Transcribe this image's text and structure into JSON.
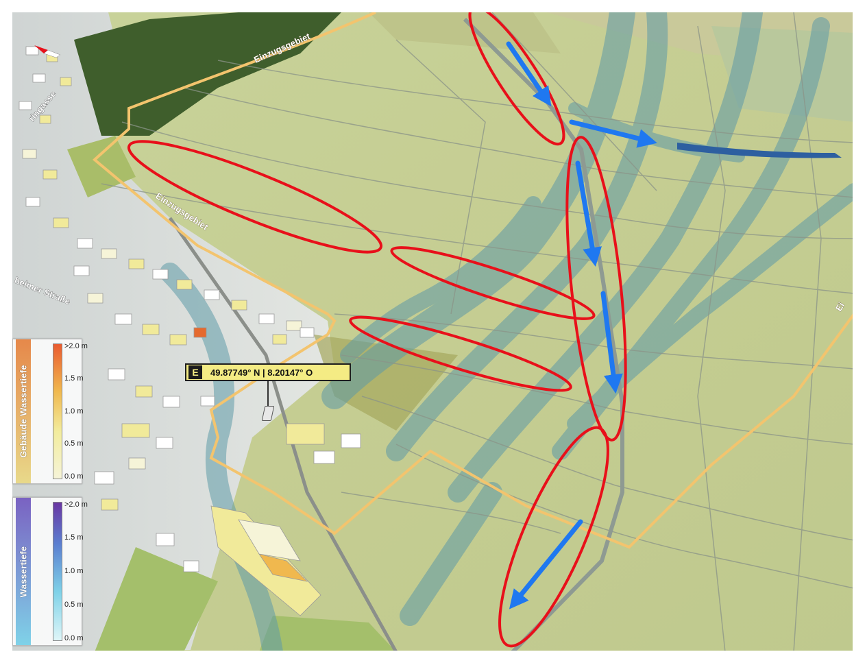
{
  "map_labels": {
    "catchment_top": "Einzugsgebiet",
    "catchment_middle": "Einzugsgebiet",
    "catchment_right": "Ei",
    "street_top": "ringasse",
    "street_left": "heimer Straße"
  },
  "coordinate_readout": {
    "flag_letter": "E",
    "text": "49.87749° N | 8.20147° O"
  },
  "legend_building": {
    "title": "Gebäude Wassertiefe",
    "ticks": [
      ">2.0 m",
      "1.5 m",
      "1.0 m",
      "0.5 m",
      "0.0 m"
    ],
    "colors": [
      "#ea5b30",
      "#f0b84e",
      "#f2ec9d",
      "#f6f4d8"
    ]
  },
  "legend_water": {
    "title": "Wassertiefe",
    "ticks": [
      ">2.0 m",
      "1.5 m",
      "1.0 m",
      "0.5 m",
      "0.0 m"
    ],
    "colors": [
      "#6a37a3",
      "#5b7fd0",
      "#7fd2e8",
      "#dff6f8"
    ]
  },
  "annotation_colors": {
    "ellipse": "#e8101a",
    "arrow": "#1f78f0",
    "boundary": "#f3c46e"
  },
  "icons": {
    "compass": "north-arrow-icon",
    "marker": "map-pin-icon"
  }
}
